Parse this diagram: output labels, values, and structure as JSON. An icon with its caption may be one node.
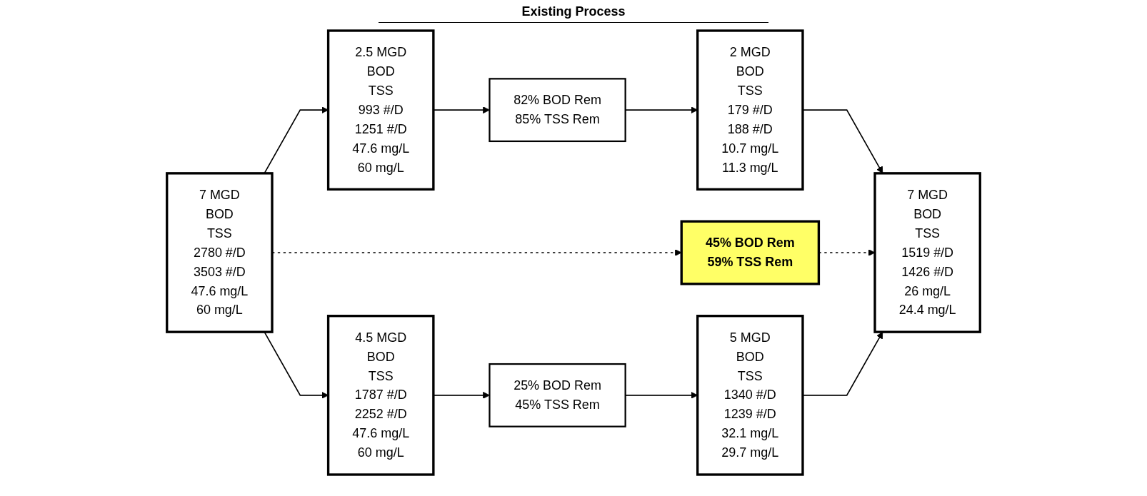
{
  "diagram": {
    "nodes": [
      {
        "text": [
          "7 MGD",
          "BOD",
          "TSS",
          "2780 #/D",
          "3503 #/D",
          "47.6 mg/L",
          "60 mg/L"
        ]
      },
      {
        "text": [
          "2.5 MGD",
          "BOD",
          "TSS",
          "993 #/D",
          "1251 #/D",
          "47.6 mg/L",
          "60 mg/L"
        ]
      },
      {
        "text": [
          "82% BOD Rem",
          "85% TSS Rem"
        ]
      },
      {
        "text": [
          "2 MGD",
          "BOD",
          "TSS",
          "179 #/D",
          "188 #/D",
          "10.7 mg/L",
          "11.3 mg/L"
        ]
      },
      {
        "text": [
          "45% BOD Rem",
          "59% TSS Rem"
        ]
      },
      {
        "text": [
          "4.5 MGD",
          "BOD",
          "TSS",
          "1787 #/D",
          "2252 #/D",
          "47.6 mg/L",
          "60 mg/L"
        ]
      },
      {
        "text": [
          "25% BOD Rem",
          "45% TSS Rem"
        ]
      },
      {
        "text": [
          "5 MGD",
          "BOD",
          "TSS",
          "1340 #/D",
          "1239 #/D",
          "32.1 mg/L",
          "29.7 mg/L"
        ]
      },
      {
        "text": [
          "7 MGD",
          "BOD",
          "TSS",
          "1519 #/D",
          "1426 #/D",
          "26 mg/L",
          "24.4 mg/L"
        ]
      }
    ],
    "edges": [
      {
        "from": 0,
        "to": 1,
        "arrow": "to"
      },
      {
        "from": 1,
        "to": 2,
        "arrow": "to"
      },
      {
        "from": 2,
        "to": 3,
        "arrow": "to"
      },
      {
        "from": 3,
        "to": 8,
        "arrow": "to"
      },
      {
        "from": 0,
        "to": 4,
        "arrow": "to",
        "style": "dashed"
      },
      {
        "from": 4,
        "to": 8,
        "arrow": "to",
        "style": "dashed"
      },
      {
        "from": 0,
        "to": 5,
        "arrow": "to"
      },
      {
        "from": 5,
        "to": 6,
        "arrow": "to"
      },
      {
        "from": 6,
        "to": 7,
        "arrow": "to"
      },
      {
        "from": 7,
        "to": 8,
        "arrow": "to"
      }
    ],
    "labels": [
      "Existing Process"
    ]
  }
}
